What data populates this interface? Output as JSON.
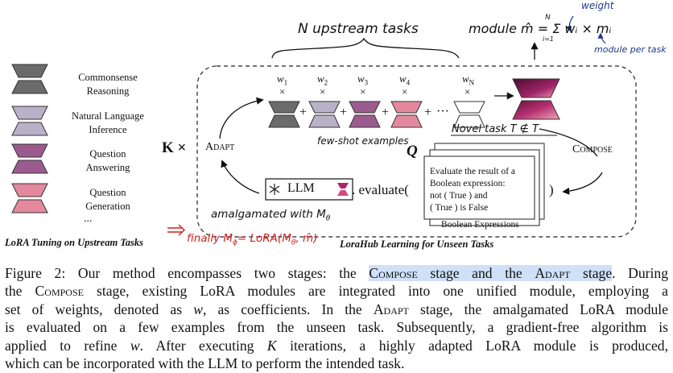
{
  "legend": {
    "items": [
      {
        "line1": "Commonsense",
        "line2": "Reasoning",
        "top": "#6b6b6b",
        "bottom": "#6b6b6b"
      },
      {
        "line1": "Natural Language",
        "line2": "Inference",
        "top": "#b9b1c7",
        "bottom": "#b9b1c7"
      },
      {
        "line1": "Question",
        "line2": "Answering",
        "top": "#9c5b8f",
        "bottom": "#9c5b8f"
      },
      {
        "line1": "Question",
        "line2": "Generation",
        "top": "#e4899d",
        "bottom": "#e4899d"
      }
    ],
    "ellipsis": "..."
  },
  "diagram": {
    "k_times": "K ×",
    "adapt": "Adapt",
    "compose": "Compose",
    "weights": [
      "w",
      "w",
      "w",
      "w",
      "w"
    ],
    "weight_subs": [
      "1",
      "2",
      "3",
      "4",
      "N"
    ],
    "times": "×",
    "plus": "+",
    "dots": "···",
    "llm": "LLM",
    "evaluate": ". evaluate(",
    "close_paren": ")",
    "q": "Q",
    "task_text": [
      "Evaluate the result of a",
      "Boolean expression:",
      "not ( True ) and",
      "( True ) is False"
    ],
    "task_caption": "Boolean Expressions",
    "left_title": "LoRA Tuning on Upstream Tasks",
    "right_title": "LoraHub Learning for Unseen Tasks"
  },
  "handwritten": {
    "upstream": "N upstream tasks",
    "module_eq": "module  m̂ = Σ wᵢ × mᵢ",
    "sum_top": "N",
    "sum_bottom": "i=1",
    "weight": "weight",
    "module_per_task": "module per task",
    "few_shot": "few-shot examples",
    "novel_task": "Novel task T ∉ T",
    "amalgamated": "amalgamated with M",
    "amalgamated_sub": "θ",
    "finally": "finally M",
    "finally_rest": "= LoRA(M",
    "finally_end": ", m̂)",
    "phi": "ϕ",
    "theta": "θ",
    "arrow": "⇒"
  },
  "caption": {
    "l1a": "Figure 2: Our method encompasses two stages: the ",
    "l1h1": "Compose",
    "l1h2": " stage and the ",
    "l1h3": "Adapt",
    "l1h4": " stage",
    "l1b": ". During",
    "l2a": "the ",
    "l2sc": "Compose",
    "l2b": " stage, existing LoRA modules are integrated into one unified module, employing a",
    "l3a": "set of weights, denoted as ",
    "l3w": "w",
    "l3b": ", as coefficients. In the ",
    "l3sc": "Adapt",
    "l3c": " stage, the amalgamated LoRA module",
    "l4": "is evaluated on a few examples from the unseen task.  Subsequently, a gradient-free algorithm is",
    "l5a": "applied to refine ",
    "l5w": "w",
    "l5b": ".  After executing ",
    "l5k": "K",
    "l5c": " iterations, a highly adapted LoRA module is produced,",
    "l6": "which can be incorporated with the LLM to perform the intended task."
  }
}
